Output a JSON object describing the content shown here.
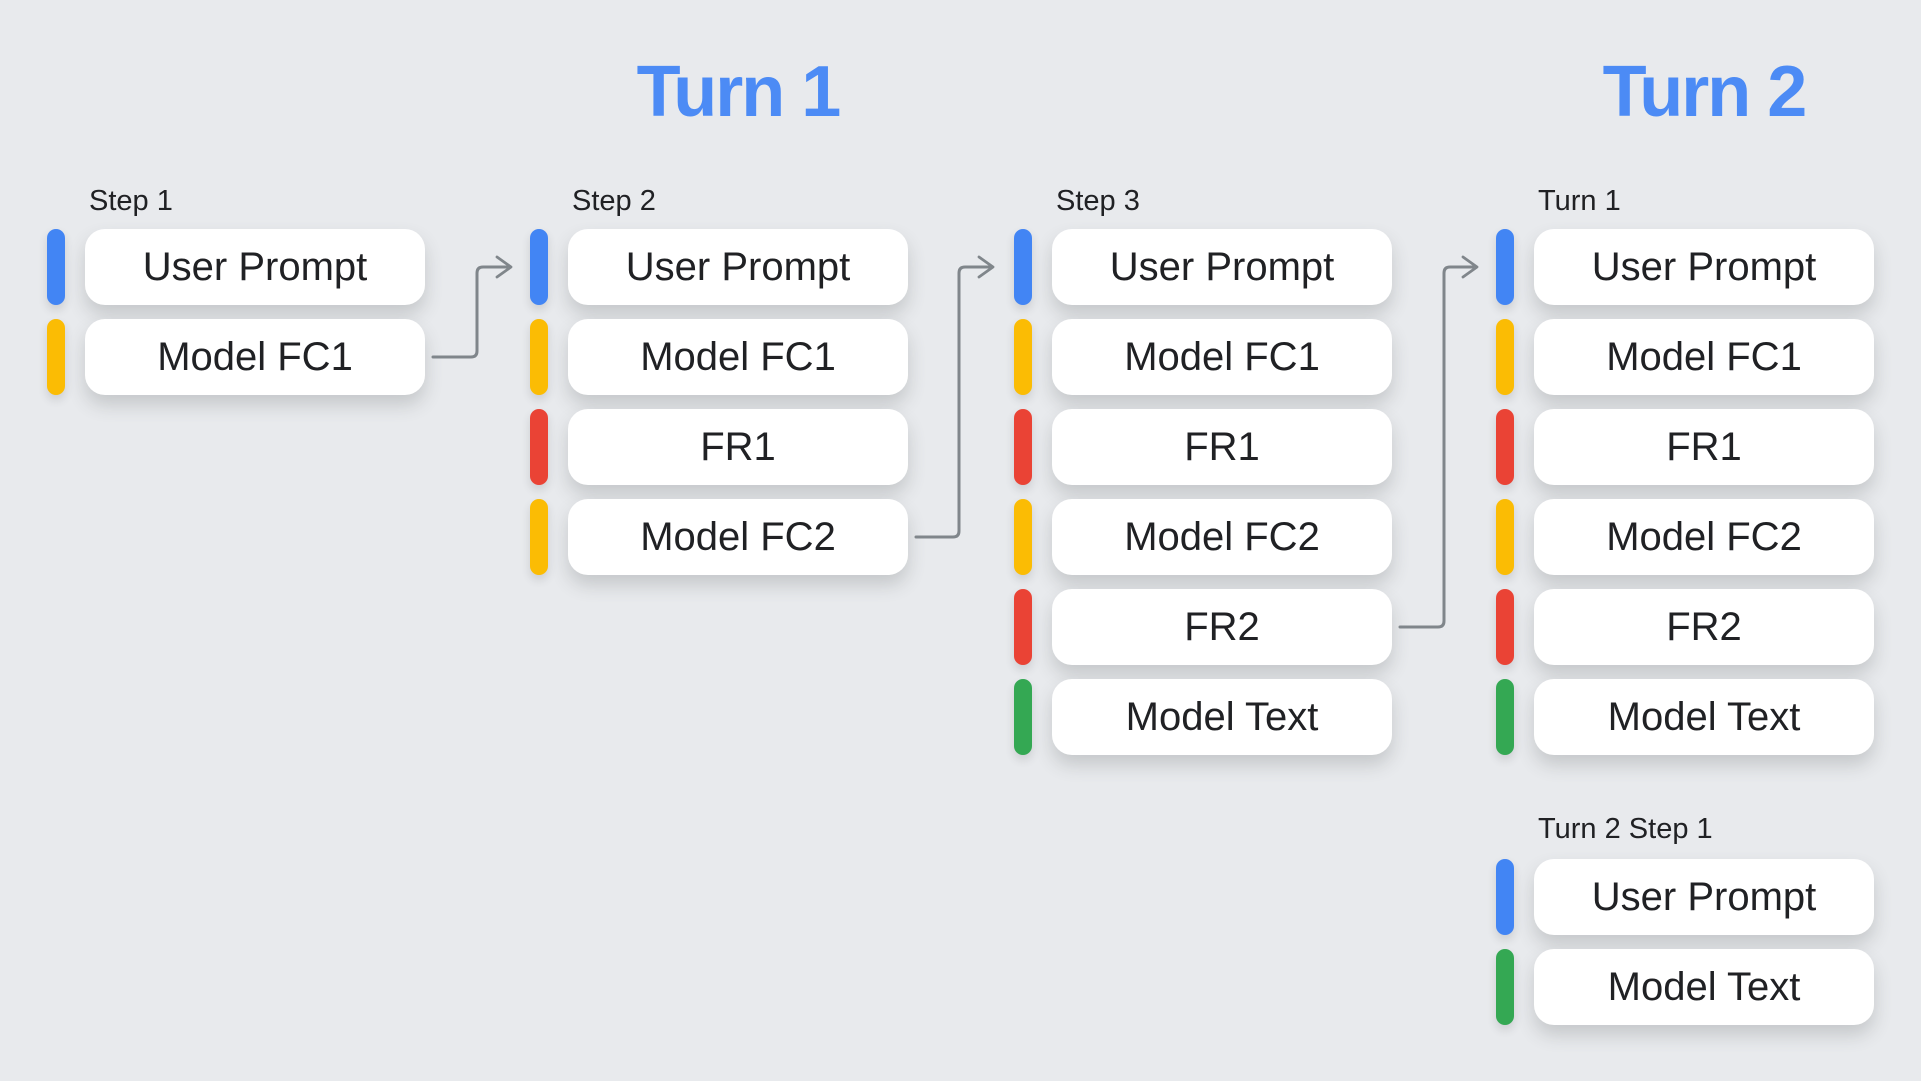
{
  "titles": {
    "turn1": "Turn 1",
    "turn2": "Turn 2"
  },
  "columns": [
    {
      "label": "Step 1",
      "items": [
        {
          "type": "user_prompt",
          "label": "User Prompt"
        },
        {
          "type": "model_fc",
          "label": "Model FC1"
        }
      ]
    },
    {
      "label": "Step 2",
      "items": [
        {
          "type": "user_prompt",
          "label": "User Prompt"
        },
        {
          "type": "model_fc",
          "label": "Model FC1"
        },
        {
          "type": "function_response",
          "label": "FR1"
        },
        {
          "type": "model_fc",
          "label": "Model FC2"
        }
      ]
    },
    {
      "label": "Step 3",
      "items": [
        {
          "type": "user_prompt",
          "label": "User Prompt"
        },
        {
          "type": "model_fc",
          "label": "Model FC1"
        },
        {
          "type": "function_response",
          "label": "FR1"
        },
        {
          "type": "model_fc",
          "label": "Model FC2"
        },
        {
          "type": "function_response",
          "label": "FR2"
        },
        {
          "type": "model_text",
          "label": "Model Text"
        }
      ]
    },
    {
      "label": "Turn 1",
      "items": [
        {
          "type": "user_prompt",
          "label": "User Prompt"
        },
        {
          "type": "model_fc",
          "label": "Model FC1"
        },
        {
          "type": "function_response",
          "label": "FR1"
        },
        {
          "type": "model_fc",
          "label": "Model FC2"
        },
        {
          "type": "function_response",
          "label": "FR2"
        },
        {
          "type": "model_text",
          "label": "Model Text"
        }
      ]
    }
  ],
  "turn2": {
    "label": "Turn 2 Step 1",
    "items": [
      {
        "type": "user_prompt",
        "label": "User Prompt"
      },
      {
        "type": "model_text",
        "label": "Model Text"
      }
    ]
  },
  "arrows": [
    {
      "from": "Step 1 / Model FC1",
      "to": "Step 2 / User Prompt"
    },
    {
      "from": "Step 2 / Model FC2",
      "to": "Step 3 / User Prompt"
    },
    {
      "from": "Step 3 / FR2",
      "to": "Turn 1 / User Prompt"
    }
  ],
  "colors": {
    "bg": "#e8eaed",
    "card_bg": "#ffffff",
    "card_text": "#202124",
    "label_text": "#202124",
    "title_blue": "#4c8bf5",
    "arrow_gray": "#80868b",
    "user_prompt": "#4285f4",
    "model_fc": "#fbbc04",
    "function_response": "#ea4335",
    "model_text": "#34a853"
  }
}
